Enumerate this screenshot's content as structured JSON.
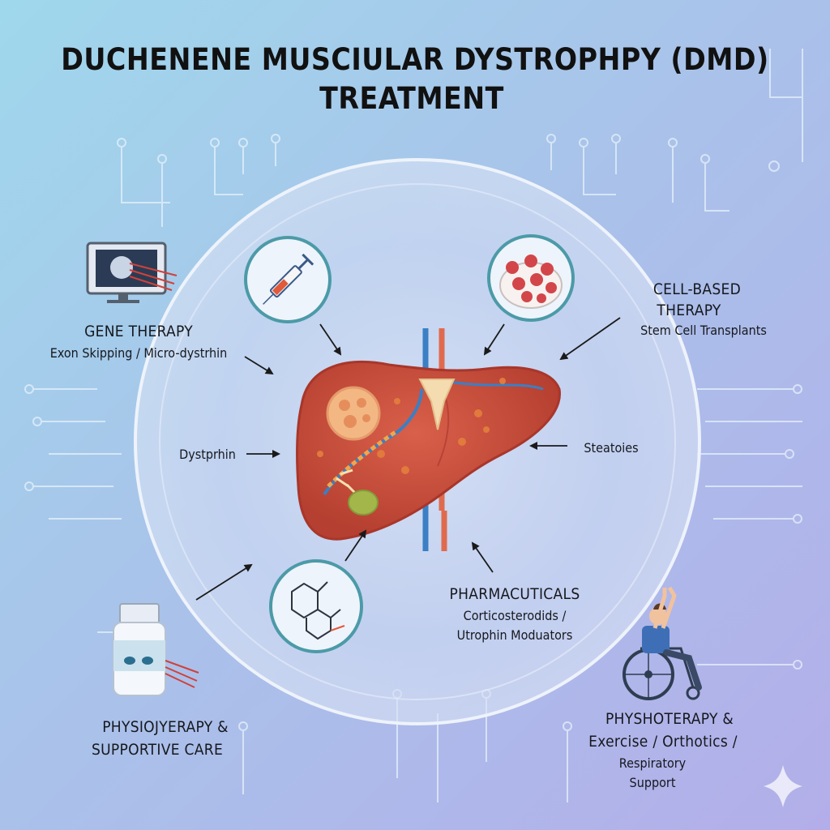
{
  "title": {
    "line1": "DUCHENENE MUSCIULAR DYSTROPHPY (DMD)",
    "line2": "TREATMENT"
  },
  "labels": {
    "gene_therapy": {
      "heading": "GENE THERAPY",
      "detail": "Exon Skipping / Micro-dystrhin"
    },
    "cell_therapy": {
      "heading_line1": "CELL-BASED",
      "heading_line2": "THERAPY",
      "detail": "Stem Cell Transplants"
    },
    "dystrophin": "Dystprhin",
    "steatosis": "Steatoies",
    "pharmaceuticals": {
      "heading": "PHARMACUTICALS",
      "detail_line1": "Corticosterodids /",
      "detail_line2": "Utrophin Moduators"
    },
    "physio_left": {
      "line1": "PHYSIOJYERAPY &",
      "line2": "SUPPORTIVE CARE"
    },
    "physio_right": {
      "heading": "PHYSHOTERAPY &",
      "detail_line1": "Exercise / Orthotics /",
      "detail_line2": "Respiratory",
      "detail_line3": "Support"
    }
  },
  "icons": {
    "monitor": "monitor-icon",
    "syringe": "syringe-icon",
    "cells": "cells-petri-dish-icon",
    "molecule": "molecule-icon",
    "pill_bottle": "pill-bottle-icon",
    "wheelchair": "wheelchair-person-icon",
    "organ": "liver-organ-illustration",
    "sparkle": "sparkle-icon"
  },
  "colors": {
    "organ_fill": "#c44a3a",
    "organ_dark": "#a9362b",
    "vein_blue": "#3b7fc4",
    "artery_red": "#e06a4e",
    "circle_stroke": "#4c9aa8"
  }
}
